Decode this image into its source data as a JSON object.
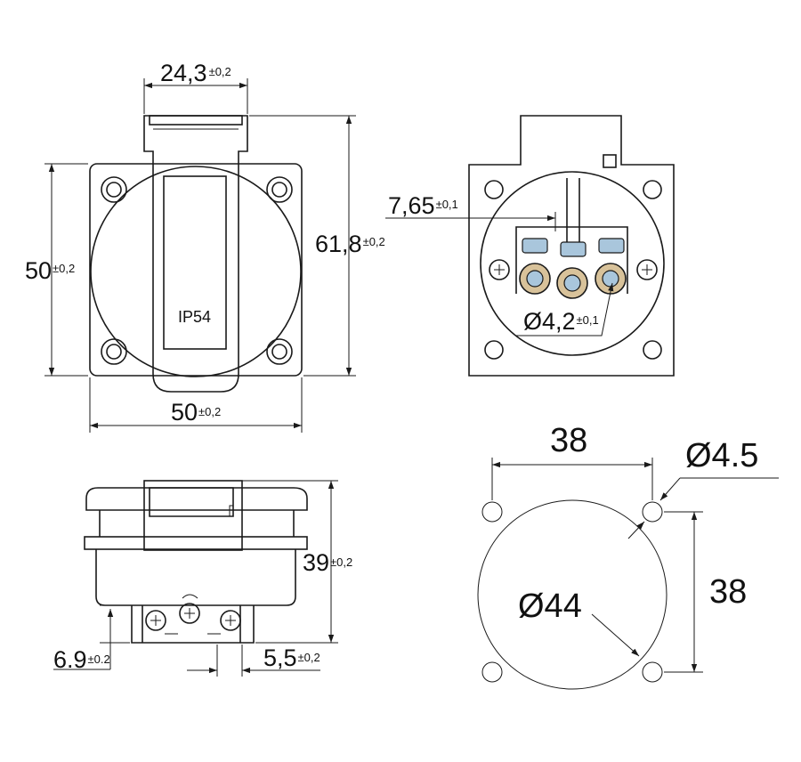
{
  "front": {
    "width_top": {
      "value": "24,3",
      "tol": "±0,2"
    },
    "height_left": {
      "value": "50",
      "tol": "±0,2"
    },
    "height_right": {
      "value": "61,8",
      "tol": "±0,2"
    },
    "width_bottom": {
      "value": "50",
      "tol": "±0,2"
    },
    "rating": "IP54"
  },
  "rear": {
    "offset": {
      "value": "7,65",
      "tol": "±0,1"
    },
    "terminal_dia": {
      "value": "Ø4,2",
      "tol": "±0,1"
    }
  },
  "side": {
    "height": {
      "value": "39",
      "tol": "±0,2"
    },
    "depth_left": {
      "value": "6.9",
      "tol": "±0.2"
    },
    "spacing": {
      "value": "5,5",
      "tol": "±0,2"
    }
  },
  "mounting": {
    "hole_spacing_h": "38",
    "hole_dia": "Ø4.5",
    "hole_spacing_v": "38",
    "cutout_dia": "Ø44"
  },
  "colors": {
    "line": "#1a1a1a",
    "terminal_blue": "#a9c6dc",
    "terminal_tan": "#d8c29a"
  }
}
